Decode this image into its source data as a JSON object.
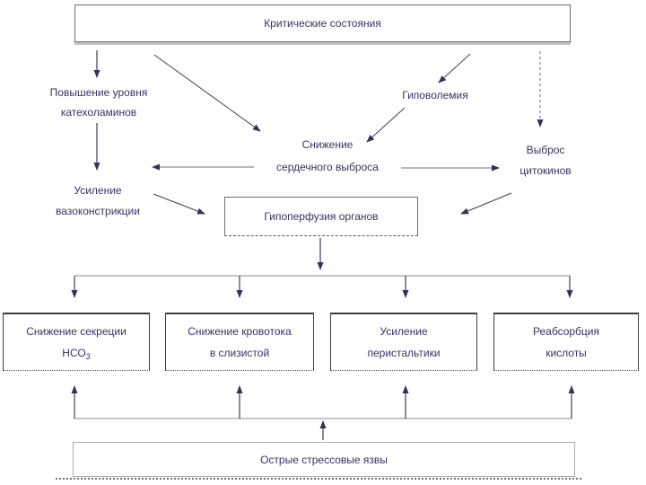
{
  "slide": {
    "nodes": {
      "critical_states": {
        "label": "Критические состояния"
      },
      "catecholamines": {
        "line1": "Повышение уровня",
        "line2": "катехоламинов"
      },
      "hypovolemia": {
        "label": "Гиповолемия"
      },
      "cardiac_output": {
        "line1": "Снижение",
        "line2": "сердечного выброса"
      },
      "cytokines": {
        "line1": "Выброс",
        "line2": "цитокинов"
      },
      "vasoconstriction": {
        "line1": "Усиление",
        "line2": "вазоконстрикции"
      },
      "hypoperfusion": {
        "label": "Гипоперфузия органов"
      },
      "hco3_secretion": {
        "line1": "Снижение секреции",
        "line2_base": "НСО",
        "line2_sub": "3"
      },
      "mucosal_blood_flow": {
        "line1": "Снижение кровотока",
        "line2": "в слизистой"
      },
      "peristalsis": {
        "line1": "Усиление",
        "line2": "перистальтики"
      },
      "acid_reabsorption": {
        "line1": "Реабсорбция",
        "line2": "кислоты"
      },
      "stress_ulcers": {
        "label": "Острые стрессовые язвы"
      }
    },
    "colors": {
      "text": "#3b3161",
      "arrow": "#32325a",
      "connector": "#8c8c8c",
      "box_border_dark": "#3f3f3f",
      "box_border_light": "#adadad",
      "background": "#ffffff"
    }
  }
}
